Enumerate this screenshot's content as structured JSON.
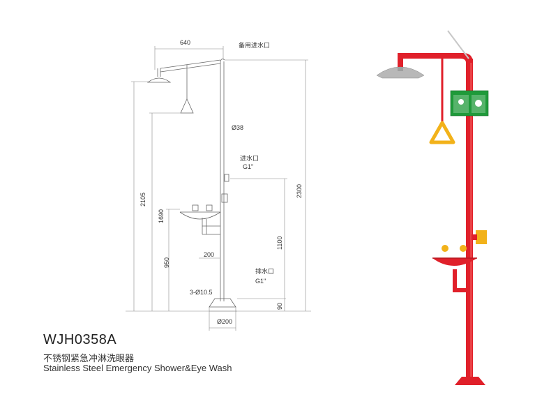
{
  "model": "WJH0358A",
  "name_cn": "不锈钢紧急冲淋洗眼器",
  "name_en": "Stainless Steel Emergency Shower&Eye Wash",
  "dimensions": {
    "arm_width": "640",
    "spare_inlet": "备用进水口",
    "pipe_dia": "Ø38",
    "inlet": "进水口",
    "inlet_thread": "G1\"",
    "height_shower": "2105",
    "height_pull": "1690",
    "height_total": "2300",
    "height_basin": "950",
    "height_inlet": "1100",
    "bowl_width": "200",
    "drain": "排水口",
    "drain_thread": "G1\"",
    "bolts": "3-Ø10.5",
    "base_dia": "Ø200",
    "base_height": "90"
  },
  "colors": {
    "body": "#e0202a",
    "sign": "#1f9a3a",
    "handle": "#f2b21a",
    "steel": "#b8b8b8"
  }
}
